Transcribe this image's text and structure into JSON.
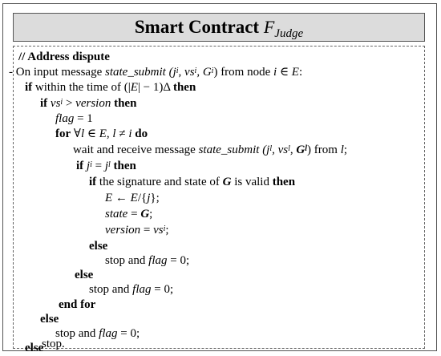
{
  "title": {
    "text": "Smart Contract",
    "symbol": "F",
    "subscript": "Judge"
  },
  "lines": {
    "l01": "// Address dispute",
    "l02_dash": "-",
    "l02a": "- On input message ",
    "l02_fn": "state_submit",
    "l02_args": "(j",
    "l02_sup1": "i",
    "l02_b": ", vs",
    "l02_sup2": "i",
    "l02_c": ", G",
    "l02_sup3": "i",
    "l02_d": ")",
    "l02_e": " from node ",
    "l02_f": "i",
    "l02_g": " ∈ ",
    "l02_h": "E",
    "l02_i": ":",
    "l03_kw": "if",
    "l03_a": " within the time of (|",
    "l03_b": "E",
    "l03_c": "| − 1)Δ ",
    "l03_kw2": "then",
    "l04_kw": "if",
    "l04_a": "vs",
    "l04_sup": "i",
    "l04_b": " > ",
    "l04_c": "version",
    "l04_kw2": "then",
    "l05_a": "flag",
    "l05_b": " = 1",
    "l06_kw": "for",
    "l06_a": " ∀",
    "l06_b": "l",
    "l06_c": " ∈ ",
    "l06_d": "E",
    "l06_e": ", ",
    "l06_f": "l",
    "l06_g": " ≠ ",
    "l06_h": "i",
    "l06_kw2": "do",
    "l07_a": "wait and receive message ",
    "l07_fn": "state_submit",
    "l07_b": " (j",
    "l07_sup1": "l",
    "l07_c": ", vs",
    "l07_sup2": "l",
    "l07_d": ", ",
    "l07_e": "G",
    "l07_sup3": "l",
    "l07_f": ") from ",
    "l07_g": "l",
    "l07_h": ";",
    "l08_kw": "if",
    "l08_a": "j",
    "l08_sup1": "i",
    "l08_b": " = ",
    "l08_c": "j",
    "l08_sup2": "l",
    "l08_kw2": "then",
    "l09_kw": "if",
    "l09_a": " the signature and state of ",
    "l09_b": "G",
    "l09_c": " is valid ",
    "l09_kw2": "then",
    "l10_a": "E",
    "l10_b": " ← ",
    "l10_c": "E",
    "l10_d": "/{",
    "l10_e": "j",
    "l10_f": "};",
    "l11_a": "state",
    "l11_b": " = ",
    "l11_c": "G",
    "l11_d": ";",
    "l12_a": "version",
    "l12_b": " = ",
    "l12_c": "vs",
    "l12_sup": "i",
    "l12_d": ";",
    "l13_kw": "else",
    "l14_a": "stop and ",
    "l14_b": "flag",
    "l14_c": " = 0;",
    "l15_kw": "else",
    "l16_a": "stop and ",
    "l16_b": "flag",
    "l16_c": " = 0;",
    "l17_kw": "end for",
    "l18_kw": "else",
    "l19_a": "stop and ",
    "l19_b": "flag",
    "l19_c": " = 0;",
    "l20_kw": "else",
    "l21_a": "stop."
  }
}
